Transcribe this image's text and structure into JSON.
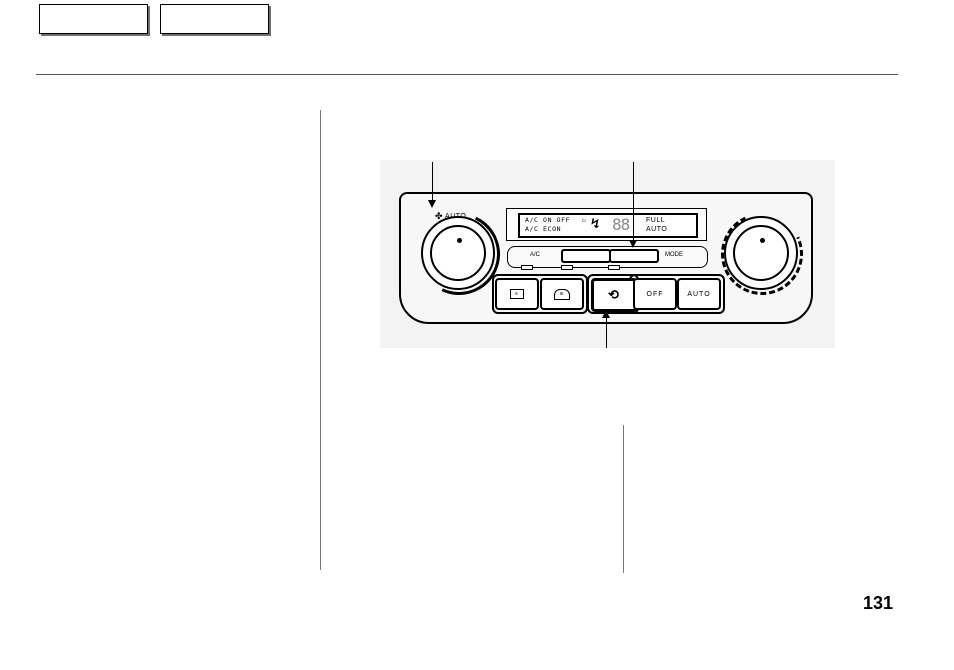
{
  "nav": {
    "tabs": [
      {
        "label": ""
      },
      {
        "label": ""
      }
    ]
  },
  "figure": {
    "auto_label": "AUTO",
    "fan_icon": "fan-icon",
    "lcd": {
      "line1_left": "A/C ON OFF",
      "line2_left": "A/C ECON",
      "mode_icon": "airflow-icon",
      "temp": "88",
      "line1_right": "FULL",
      "line2_right": "AUTO"
    },
    "ac_label": "A/C",
    "mode_label": "MODE",
    "buttons": {
      "rear_defrost_icon": "rear-defrost-icon",
      "front_defrost_icon": "front-defrost-icon",
      "recirc_icon": "recirculation-icon",
      "off_label": "OFF",
      "auto_label": "AUTO"
    }
  },
  "page_number": "131"
}
